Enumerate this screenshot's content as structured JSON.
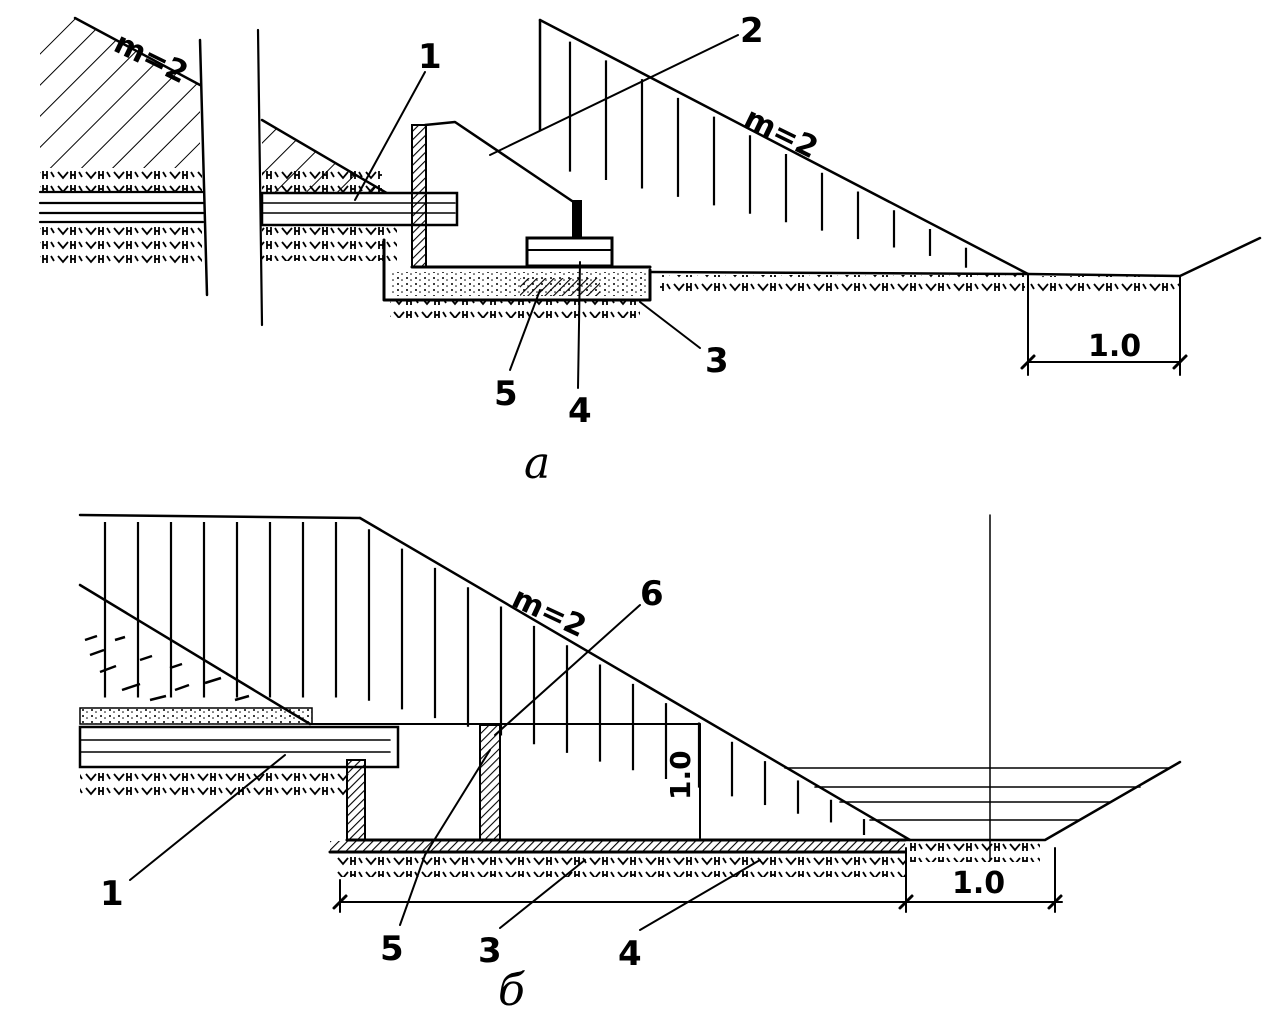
{
  "figure_a": {
    "caption": "а",
    "slope_left": "m=2",
    "slope_right": "m=2",
    "dimension": "1.0",
    "callouts": [
      "1",
      "2",
      "3",
      "4",
      "5"
    ]
  },
  "figure_b": {
    "caption": "б",
    "slope": "m=2",
    "dimension_horizontal": "1.0",
    "dimension_vertical": "1.0",
    "callouts": [
      "1",
      "3",
      "4",
      "5",
      "6"
    ]
  },
  "colors": {
    "ink": "#000000",
    "paper": "#ffffff"
  }
}
